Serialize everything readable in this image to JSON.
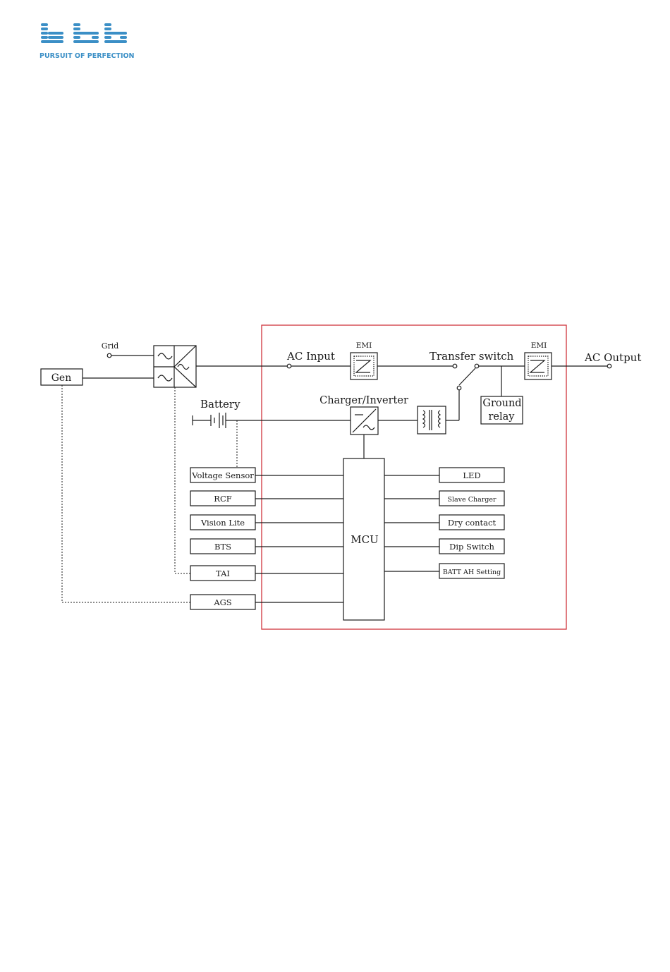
{
  "brand": {
    "logo_text": "tbb",
    "tagline": "PURSUIT OF PERFECTION",
    "color": "#3b8fc6"
  },
  "diagram": {
    "frame_color": "#d0343c",
    "grid_label": "Grid",
    "gen_label": "Gen",
    "battery_label": "Battery",
    "ac_input_label": "AC Input",
    "ac_output_label": "AC Output",
    "transfer_switch_label": "Transfer switch",
    "emi_input_label": "EMI",
    "emi_output_label": "EMI",
    "charger_inverter_label": "Charger/Inverter",
    "ground_relay_line1": "Ground",
    "ground_relay_line2": "relay",
    "mcu_label": "MCU",
    "left_modules": [
      "Voltage Sensor",
      "RCF",
      "Vision Lite",
      "BTS",
      "TAI",
      "AGS"
    ],
    "right_modules": [
      "LED",
      "Slave Charger",
      "Dry contact",
      "Dip Switch",
      "BATT AH Setting"
    ]
  }
}
